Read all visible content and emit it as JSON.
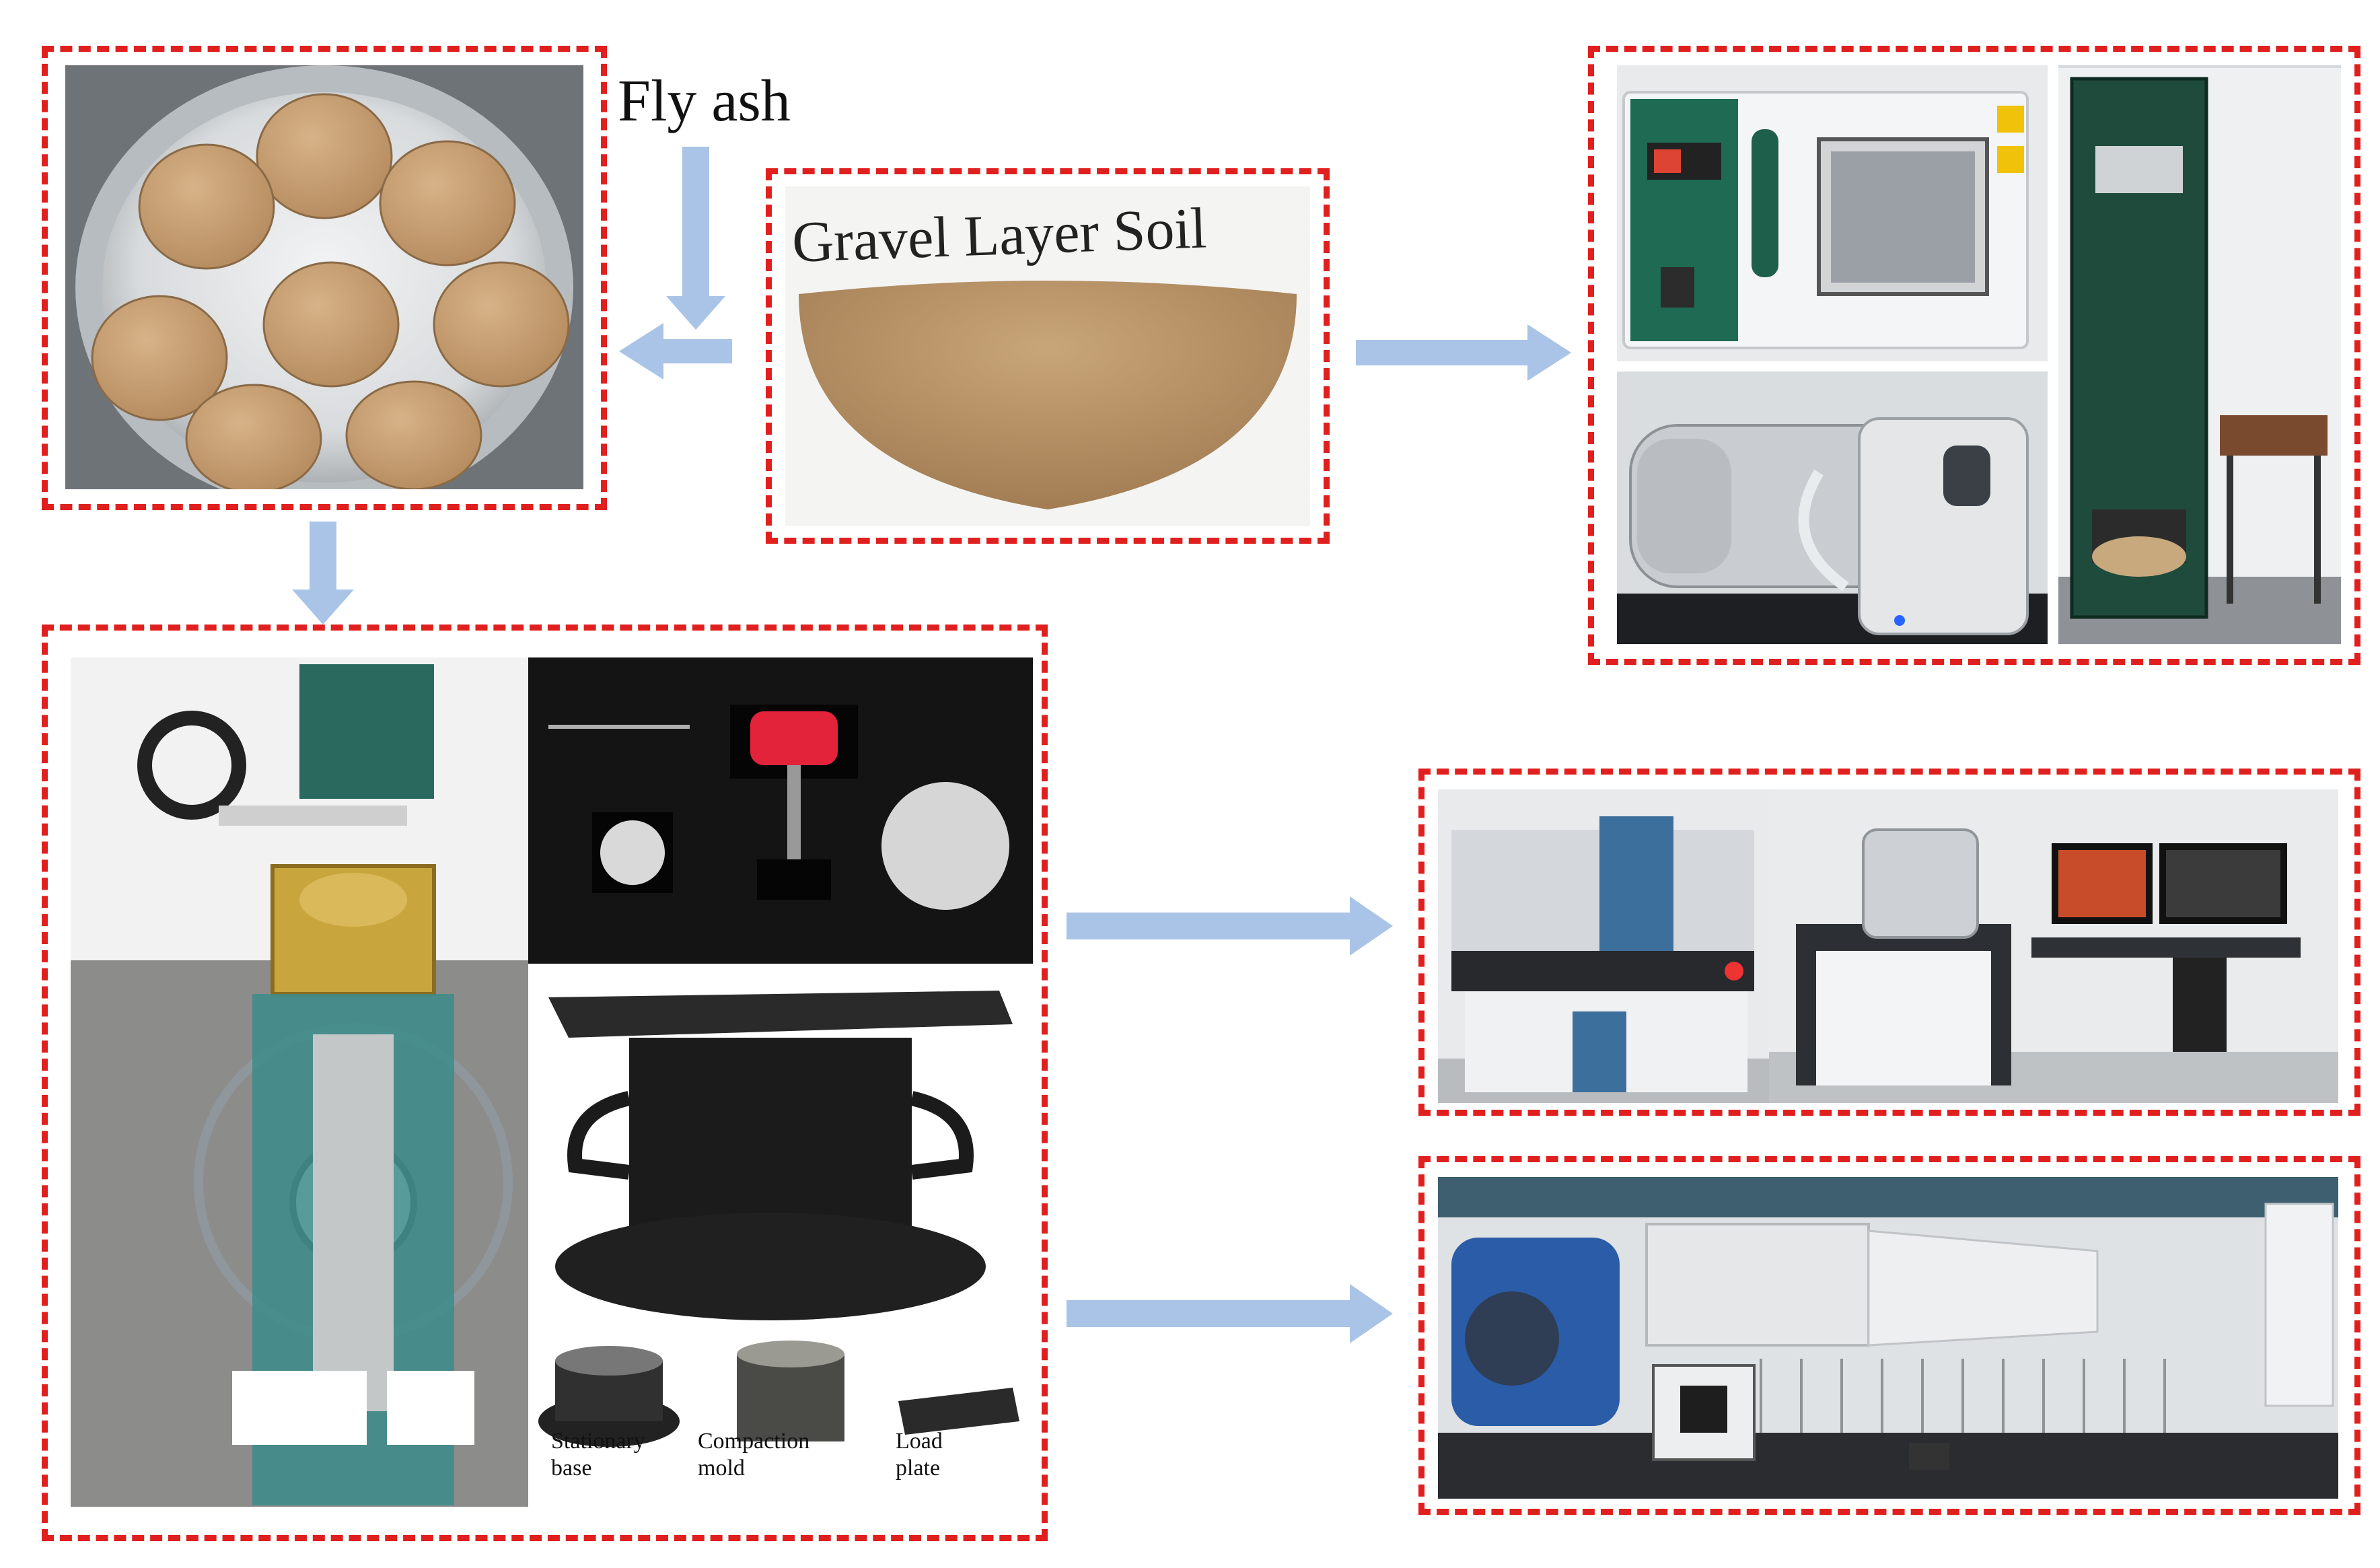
{
  "labels": {
    "fly_ash": "Fly ash",
    "gravel_layer_soil": "Gravel Layer Soil",
    "stationary_base": "Stationary base",
    "compaction_mold": "Compaction mold",
    "load_plate": "Load plate"
  },
  "colors": {
    "dashed_border": "#e0201f",
    "arrow": "#a9c4e6",
    "soil": "#b89266",
    "sample_disc": "#c9a276",
    "instrument_green": "#1f5a4a",
    "instrument_teal": "#4f8f8c",
    "instrument_gray": "#c8cbce",
    "mold_black": "#222222"
  },
  "icons": [
    "arrow-down-icon",
    "arrow-left-icon",
    "arrow-right-icon"
  ]
}
